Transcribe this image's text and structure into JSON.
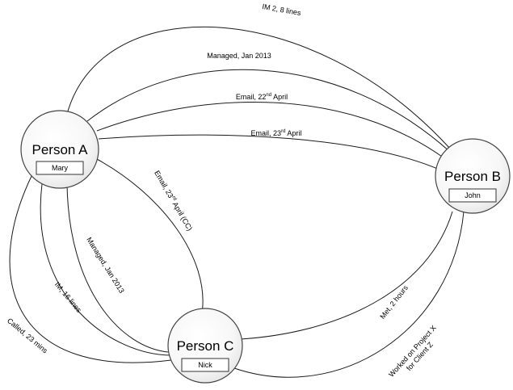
{
  "nodes": {
    "a": {
      "title": "Person A",
      "name": "Mary"
    },
    "b": {
      "title": "Person B",
      "name": "John"
    },
    "c": {
      "title": "Person C",
      "name": "Nick"
    }
  },
  "edges": {
    "ab_im": {
      "text": "IM 2, 8 lines"
    },
    "ab_managed": {
      "text": "Managed, Jan 2013"
    },
    "ab_email22": {
      "pre": "Email, 22",
      "sup": "nd",
      "post": " April"
    },
    "ab_email23": {
      "pre": "Email, 23",
      "sup": "rd",
      "post": " April"
    },
    "ac_email23cc": {
      "pre": "Email, 23",
      "sup": "rd",
      "post": " April (CC)"
    },
    "ac_managed": {
      "text": "Managed, Jan 2013"
    },
    "ac_im": {
      "text": "IM, 16 lines"
    },
    "ac_called": {
      "text": "Called, 23 mins"
    },
    "cb_met": {
      "text": "Met, 2 hours"
    },
    "cb_project": {
      "line1": "Worked on Project X",
      "line2": "for Client Z"
    }
  }
}
